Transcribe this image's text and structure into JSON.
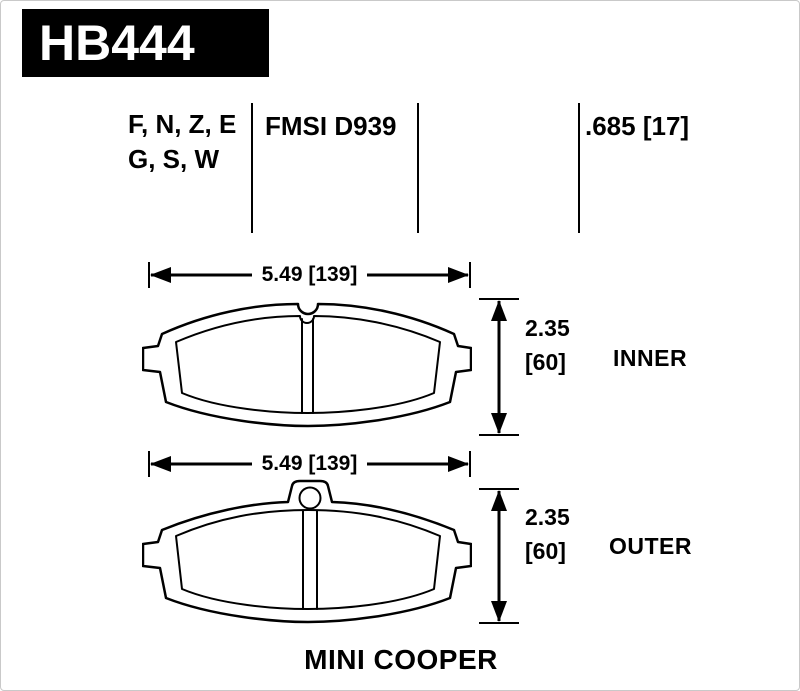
{
  "header": {
    "part_number": "HB444"
  },
  "specs": {
    "compounds_line1": "F, N, Z, E",
    "compounds_line2": "G, S, W",
    "fmsi": "FMSI D939",
    "thickness": ".685 [17]"
  },
  "inner_pad": {
    "width_label": "5.49 [139]",
    "thickness_in": "2.35",
    "thickness_mm": "[60]",
    "position_label": "INNER"
  },
  "outer_pad": {
    "width_label": "5.49 [139]",
    "thickness_in": "2.35",
    "thickness_mm": "[60]",
    "position_label": "OUTER"
  },
  "footer": {
    "vehicle": "MINI COOPER"
  },
  "colors": {
    "background": "#ffffff",
    "ink": "#000000",
    "header_bg": "#000000",
    "header_text": "#ffffff"
  }
}
